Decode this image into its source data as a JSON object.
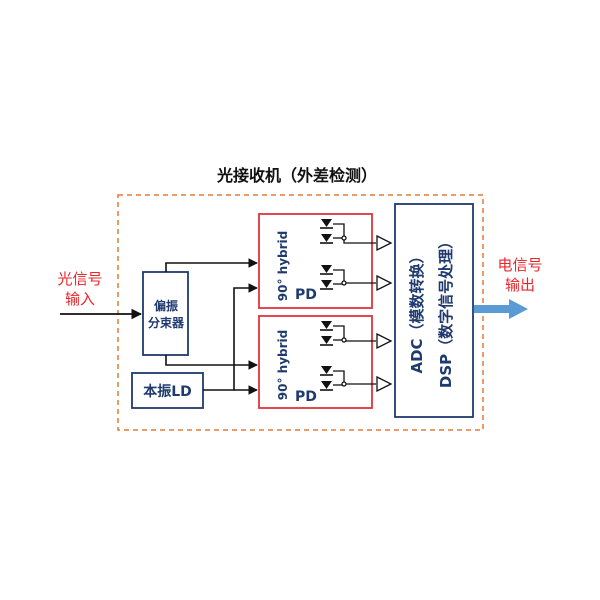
{
  "title": "光接收机（外差检测）",
  "input_label": [
    "光信号",
    "输入"
  ],
  "output_label": [
    "电信号",
    "输出"
  ],
  "pbs_label": [
    "偏振",
    "分束器"
  ],
  "lo_label": "本振LD",
  "hybrid_label": "90° hybrid",
  "pd_label": "PD",
  "adc_label": "ADC（模数转换）",
  "dsp_label": "DSP（数字信号处理）",
  "colors": {
    "outline": "#1f3a6e",
    "hybrid_border": "#e0333c",
    "dashed_border": "#e07a3a",
    "input_text": "#e8262b",
    "output_arrow": "#5b9bd5",
    "wire": "#111111"
  }
}
